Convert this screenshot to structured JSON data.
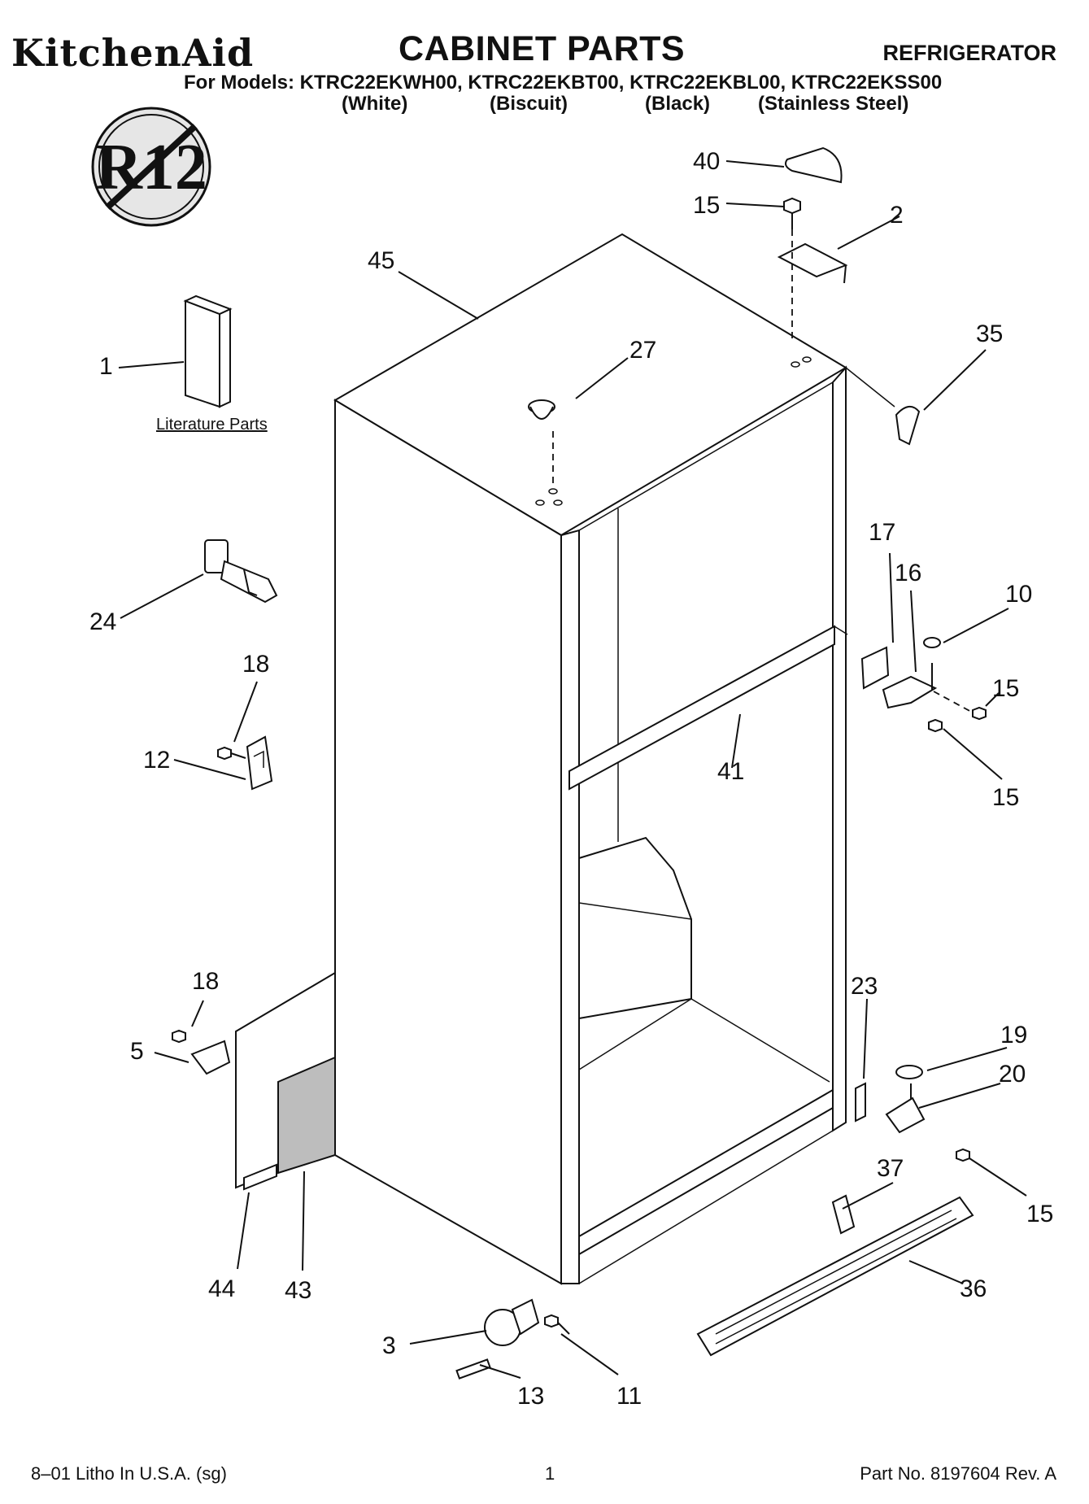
{
  "header": {
    "brand": "KitchenAid",
    "title": "CABINET PARTS",
    "product": "REFRIGERATOR",
    "models": "For Models: KTRC22EKWH00, KTRC22EKBT00, KTRC22EKBL00, KTRC22EKSS00",
    "variants": [
      "(White)",
      "(Biscuit)",
      "(Black)",
      "(Stainless Steel)"
    ]
  },
  "badge": {
    "text": "R12"
  },
  "literature_label": "Literature Parts",
  "callouts": [
    "40",
    "15",
    "2",
    "45",
    "35",
    "27",
    "1",
    "24",
    "17",
    "16",
    "10",
    "18",
    "15",
    "12",
    "41",
    "15",
    "18",
    "23",
    "19",
    "5",
    "20",
    "37",
    "15",
    "44",
    "43",
    "36",
    "3",
    "11",
    "13"
  ],
  "footer": {
    "left": "8–01 Litho In U.S.A. (sg)",
    "center": "1",
    "right": "Part No. 8197604 Rev. A"
  }
}
